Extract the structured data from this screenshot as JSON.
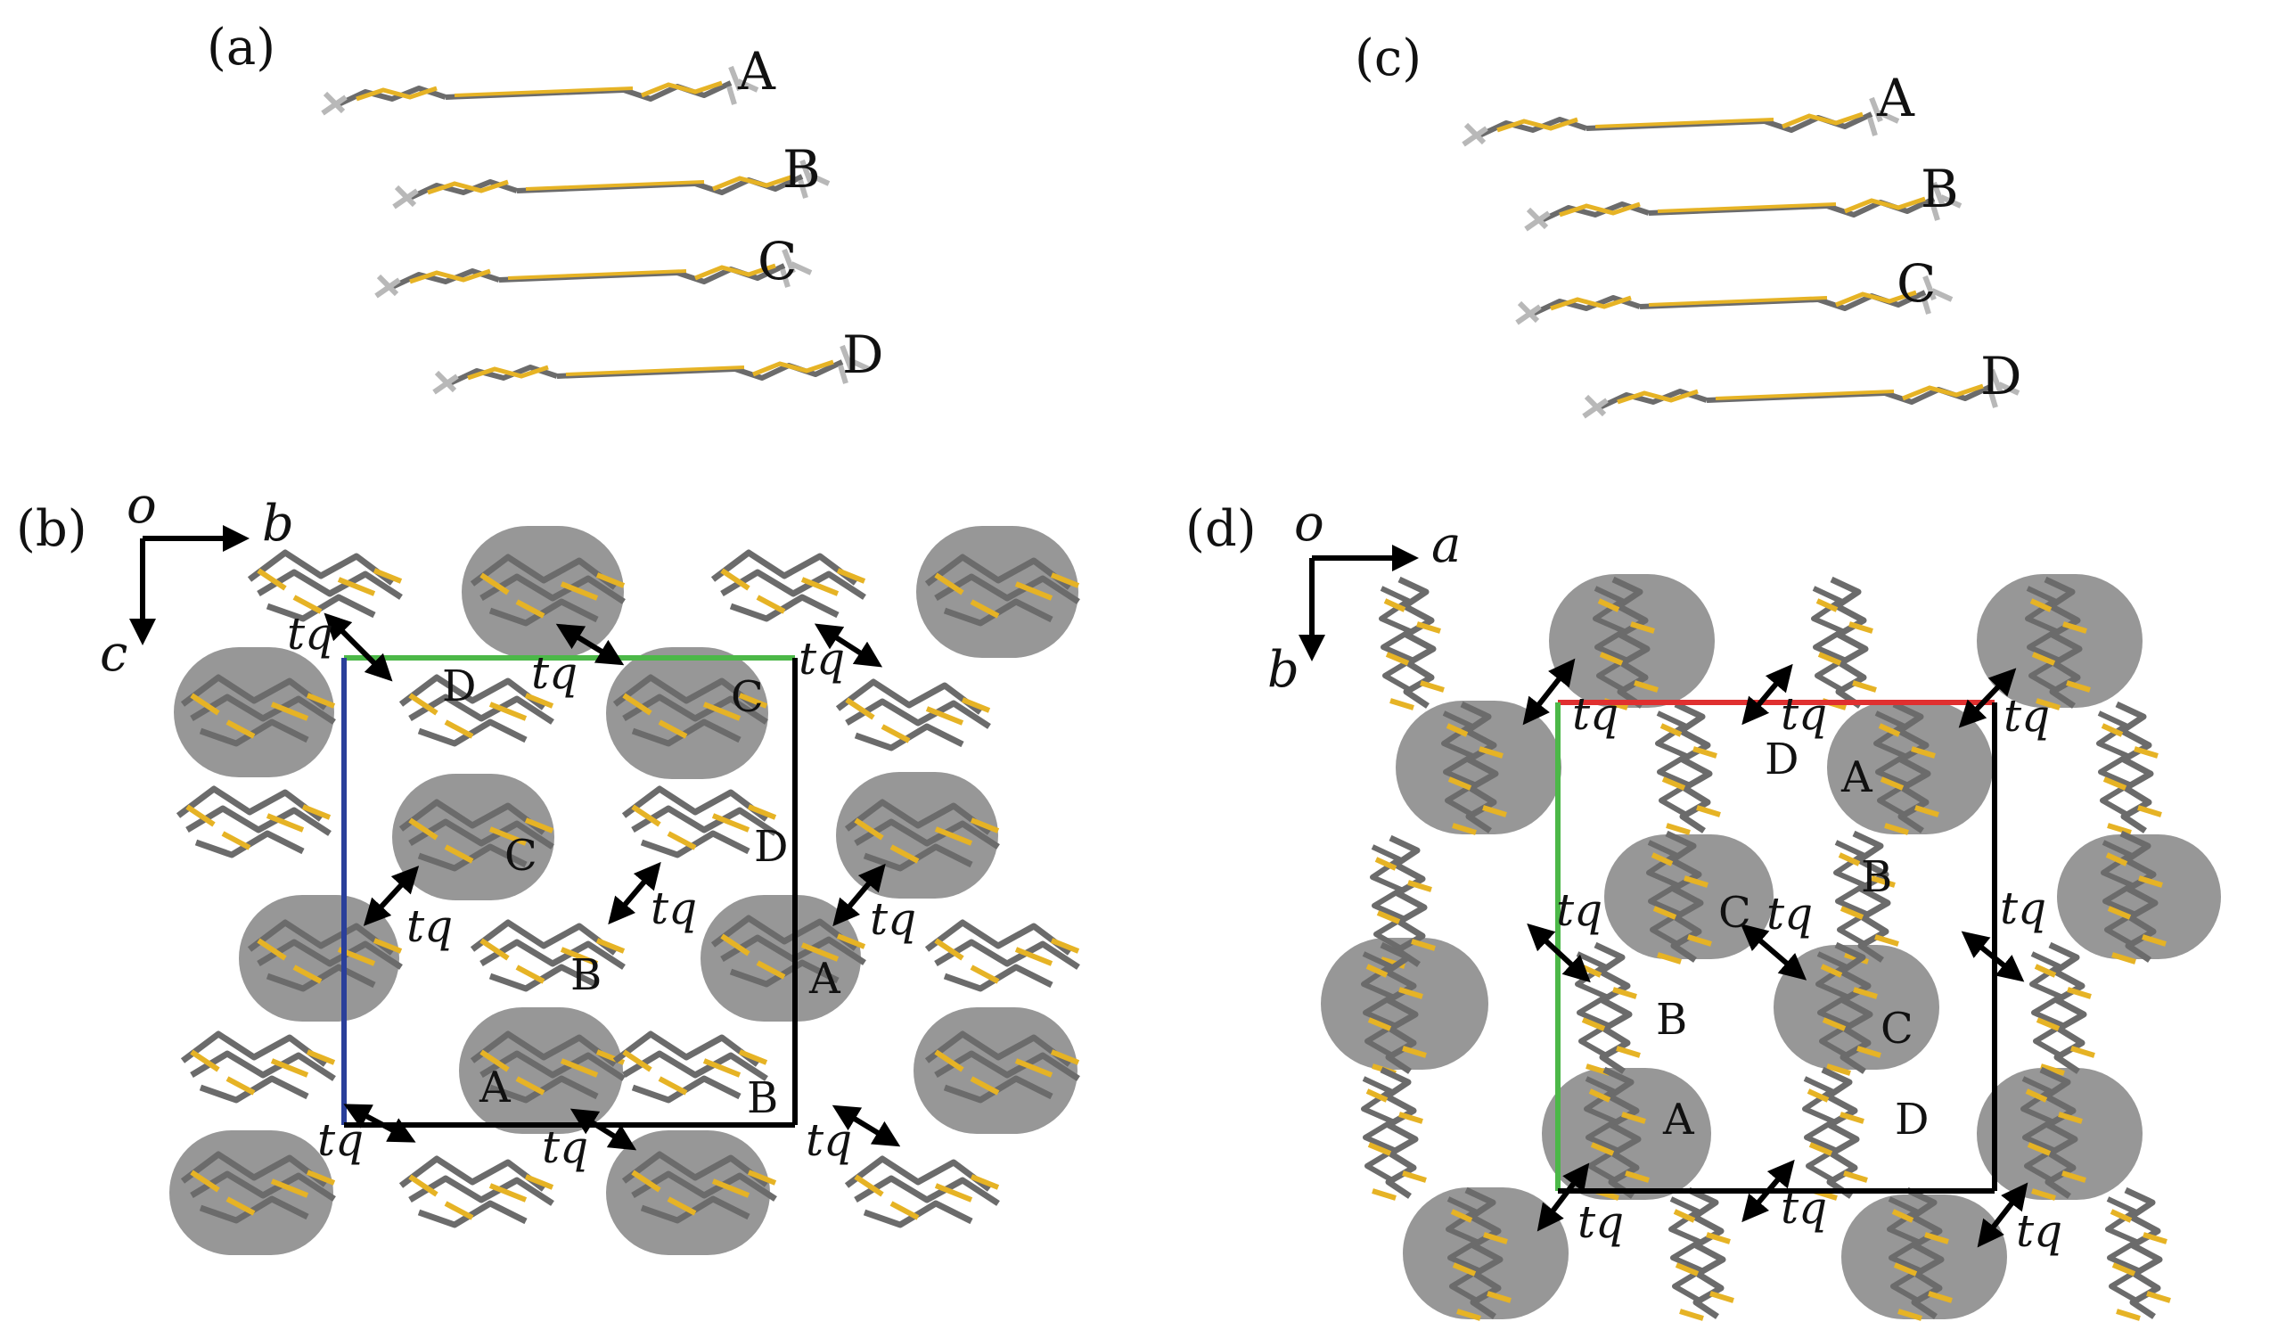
{
  "panels": {
    "a": "(a)",
    "b": "(b)",
    "c": "(c)",
    "d": "(d)"
  },
  "stack_labels": [
    "A",
    "B",
    "C",
    "D"
  ],
  "panel_b": {
    "axes": {
      "origin": "o",
      "horizontal": "b",
      "vertical": "c"
    },
    "cell_edges": {
      "top": "#4cb848",
      "left": "#2a3f9a",
      "other": "#000000"
    },
    "site_labels": [
      "D",
      "C",
      "C",
      "D",
      "B",
      "A",
      "A",
      "B"
    ],
    "transfer": "tq"
  },
  "panel_d": {
    "axes": {
      "origin": "o",
      "horizontal": "a",
      "vertical": "b"
    },
    "cell_edges": {
      "top": "#e03030",
      "left": "#4cb848",
      "other": "#000000"
    },
    "site_labels": [
      "D",
      "A",
      "B",
      "C",
      "B",
      "C",
      "A",
      "D"
    ],
    "transfer": "tq"
  },
  "colors": {
    "carbon": "#6b6b6b",
    "sulfur": "#e6b325",
    "hydrogen": "#b8b8b8",
    "highlight": "#8c8c8c"
  }
}
